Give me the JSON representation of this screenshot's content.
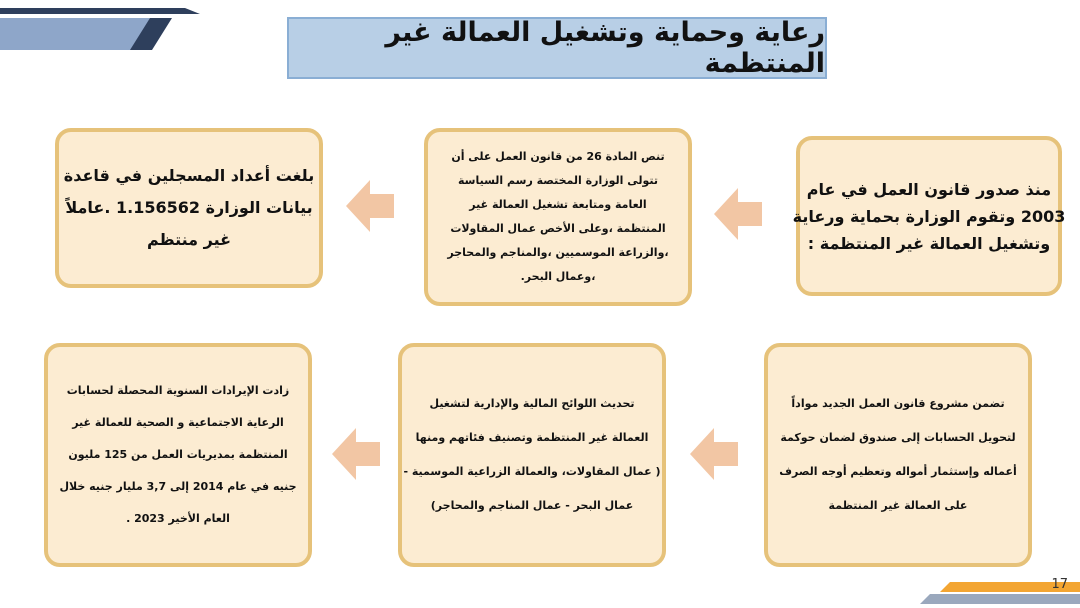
{
  "title": "رعاية وحماية وتشغيل العمالة غير المنتظمة",
  "row1": [
    {
      "lines": [
        "منذ صدور قانون العمل في عام",
        "2003 وتقوم الوزارة بحماية ورعاية",
        "وتشغيل العمالة غير المنتظمة :"
      ]
    },
    {
      "lines": [
        "تنص المادة 26 من قانون العمل على أن",
        "تتولى الوزارة المختصة رسم السياسة",
        "العامة ومتابعة تشغيل العمالة غير",
        "المنتظمة ،وعلى الأخص عمال المقاولات",
        "،والزراعة الموسميين ،والمناجم والمحاجر",
        "،وعمال البحر."
      ]
    },
    {
      "lines": [
        "بلغت أعداد المسجلين في قاعدة",
        "بيانات الوزارة 1.156562 .عاملاً",
        "غير منتظم"
      ]
    }
  ],
  "row2": [
    {
      "lines": [
        "تضمن مشروع قانون العمل الجديد مواداً",
        "لتحويل الحسابات إلى صندوق لضمان حوكمة",
        "أعماله وإستثمار أمواله وتعظيم أوجه الصرف",
        "على العمالة غير المنتظمة"
      ]
    },
    {
      "lines": [
        "تحديث اللوائح المالية والإدارية لتشغيل",
        "العمالة غير المنتظمة وتصنيف فئاتهم ومنها",
        "( عمال المقاولات، والعمالة الزراعية الموسمية -",
        "عمال البحر - عمال المناجم والمحاجر)"
      ]
    },
    {
      "lines": [
        "زادت الإيرادات السنوية المحصلة لحسابات",
        "الرعاية الاجتماعية و الصحية للعمالة غير",
        "المنتظمة بمديريات العمل من 125 مليون",
        "جنيه في عام 2014 إلى 3,7 مليار جنيه خلال",
        "العام الأخير 2023 ."
      ]
    }
  ],
  "page_number": "17",
  "colors": {
    "card_fill": "#fcecd2",
    "card_border": "#e6c27a",
    "arrow": "#f2c6a4",
    "title_fill": "#b8cfe6"
  }
}
